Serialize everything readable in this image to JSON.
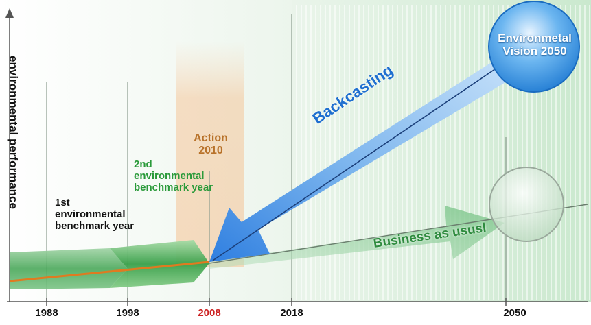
{
  "y_axis_label": "environmental performance",
  "years": [
    {
      "label": "1988",
      "color": "#111111"
    },
    {
      "label": "1998",
      "color": "#111111"
    },
    {
      "label": "2008",
      "color": "#cc2222"
    },
    {
      "label": "2018",
      "color": "#111111"
    },
    {
      "label": "2050",
      "color": "#111111"
    }
  ],
  "benchmark_1": {
    "line1": "1st",
    "line2": "environmental",
    "line3": "benchmark year",
    "color": "#111111"
  },
  "benchmark_2": {
    "line1": "2nd",
    "line2": "environmental",
    "line3": "benchmark year",
    "color": "#2a9a3a"
  },
  "action": {
    "line1": "Action",
    "line2": "2010",
    "color": "#b8722a"
  },
  "vision": {
    "line1": "Environmetal",
    "line2": "Vision 2050"
  },
  "backcasting_label": "Backcasting",
  "business_label": "Business as ususl",
  "colors": {
    "vision_blue": "#2f8fde",
    "backcast_arrow": "#2f7fe0",
    "business_green": "#2e8b3e",
    "phase_green": "#3a9a48",
    "trend_line": "#e07a20",
    "action_band": "#f4c69a"
  }
}
